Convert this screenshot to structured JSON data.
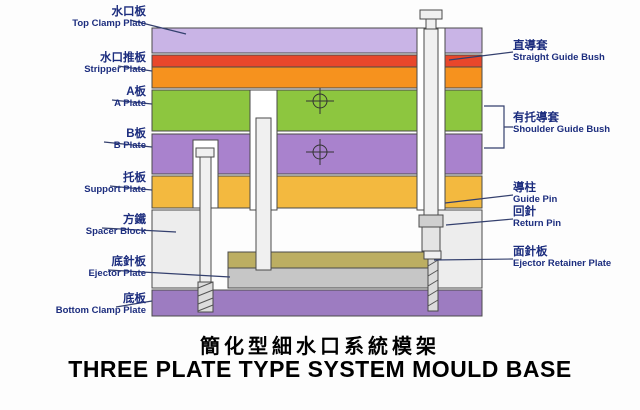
{
  "title": {
    "zh": "簡化型細水口系統模架",
    "en": "THREE PLATE TYPE SYSTEM MOULD BASE"
  },
  "labels": {
    "left": [
      {
        "zh": "水口板",
        "en": "Top Clamp Plate"
      },
      {
        "zh": "水口推板",
        "en": "Stripper Plate"
      },
      {
        "zh": "A板",
        "en": "A Plate"
      },
      {
        "zh": "B板",
        "en": "B Plate"
      },
      {
        "zh": "托板",
        "en": "Support Plate"
      },
      {
        "zh": "方鐵",
        "en": "Spacer Block"
      },
      {
        "zh": "底針板",
        "en": "Ejector Plate"
      },
      {
        "zh": "底板",
        "en": "Bottom Clamp Plate"
      }
    ],
    "right": [
      {
        "zh": "直導套",
        "en": "Straight Guide Bush"
      },
      {
        "zh": "有托導套",
        "en": "Shoulder Guide Bush"
      },
      {
        "zh": "導柱",
        "en": "Guide Pin"
      },
      {
        "zh": "回針",
        "en": "Return Pin"
      },
      {
        "zh": "面針板",
        "en": "Ejector Retainer Plate"
      }
    ]
  },
  "colors": {
    "top_clamp_plate": "#c9b4e6",
    "stripper_plate_upper": "#e8472b",
    "stripper_plate_lower": "#f6921e",
    "a_plate": "#8dc63f",
    "b_plate": "#a982cd",
    "support_plate": "#f3b93f",
    "spacer_block": "#ededed",
    "ejector_retainer_plate": "#bcae62",
    "ejector_plate": "#c6c6c6",
    "bottom_clamp_plate": "#9d7cc1",
    "pin_fill": "#f0f0f0",
    "bush_fill": "#cfcfcf",
    "label_text": "#1c2d7e",
    "leader_line": "#34406e",
    "outline": "#4a4a4a",
    "title_text": "#000000"
  }
}
